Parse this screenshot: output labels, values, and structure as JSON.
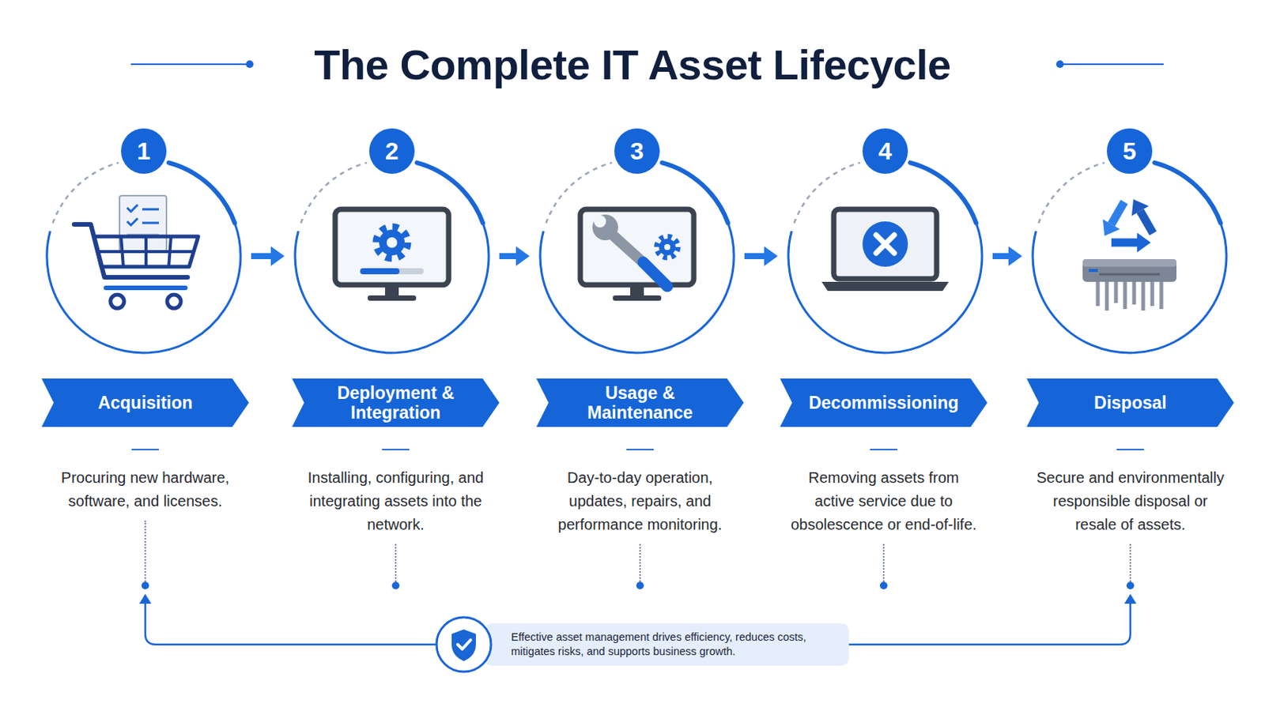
{
  "diagram": {
    "title": "The Complete IT Asset Lifecycle",
    "nodes": [
      {
        "text": [
          "1"
        ]
      },
      {
        "text": [
          "2"
        ]
      },
      {
        "text": [
          "3"
        ]
      },
      {
        "text": [
          "4"
        ]
      },
      {
        "text": [
          "5"
        ]
      },
      {
        "text": [
          "Acquisition",
          "Procuring new hardware, software, and licenses."
        ]
      },
      {
        "text": [
          "Deployment & Integration",
          "Installing, configuring, and integrating assets into the network."
        ]
      },
      {
        "text": [
          "Usage & Maintenance",
          "Day-to-day operation, updates, repairs, and performance monitoring."
        ]
      },
      {
        "text": [
          "Decommissioning",
          "Removing assets from active service due to obsolescence or end-of-life."
        ]
      },
      {
        "text": [
          "Disposal",
          "Secure and environmentally responsible disposal or resale of assets."
        ]
      }
    ],
    "edges": [
      {
        "from": 0,
        "to": 1,
        "arrow": "to"
      },
      {
        "from": 1,
        "to": 2,
        "arrow": "to"
      },
      {
        "from": 2,
        "to": 3,
        "arrow": "to"
      },
      {
        "from": 3,
        "to": 4,
        "arrow": "to"
      },
      {
        "from": 5,
        "to": 9,
        "arrow": "both",
        "label": "Effective asset management drives efficiency, reduces costs, mitigates risks, and supports business growth."
      }
    ]
  }
}
